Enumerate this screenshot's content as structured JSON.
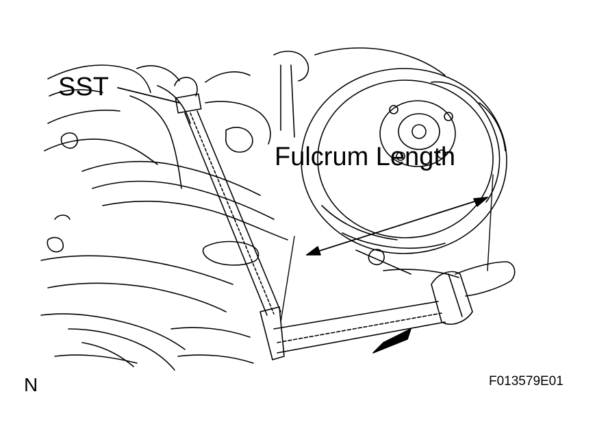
{
  "figure": {
    "labels": {
      "sst": "SST",
      "fulcrum_length": "Fulcrum Length",
      "corner_mark": "N",
      "figure_code": "F013579E01"
    },
    "colors": {
      "ink": "#000000",
      "paper": "#ffffff"
    }
  }
}
